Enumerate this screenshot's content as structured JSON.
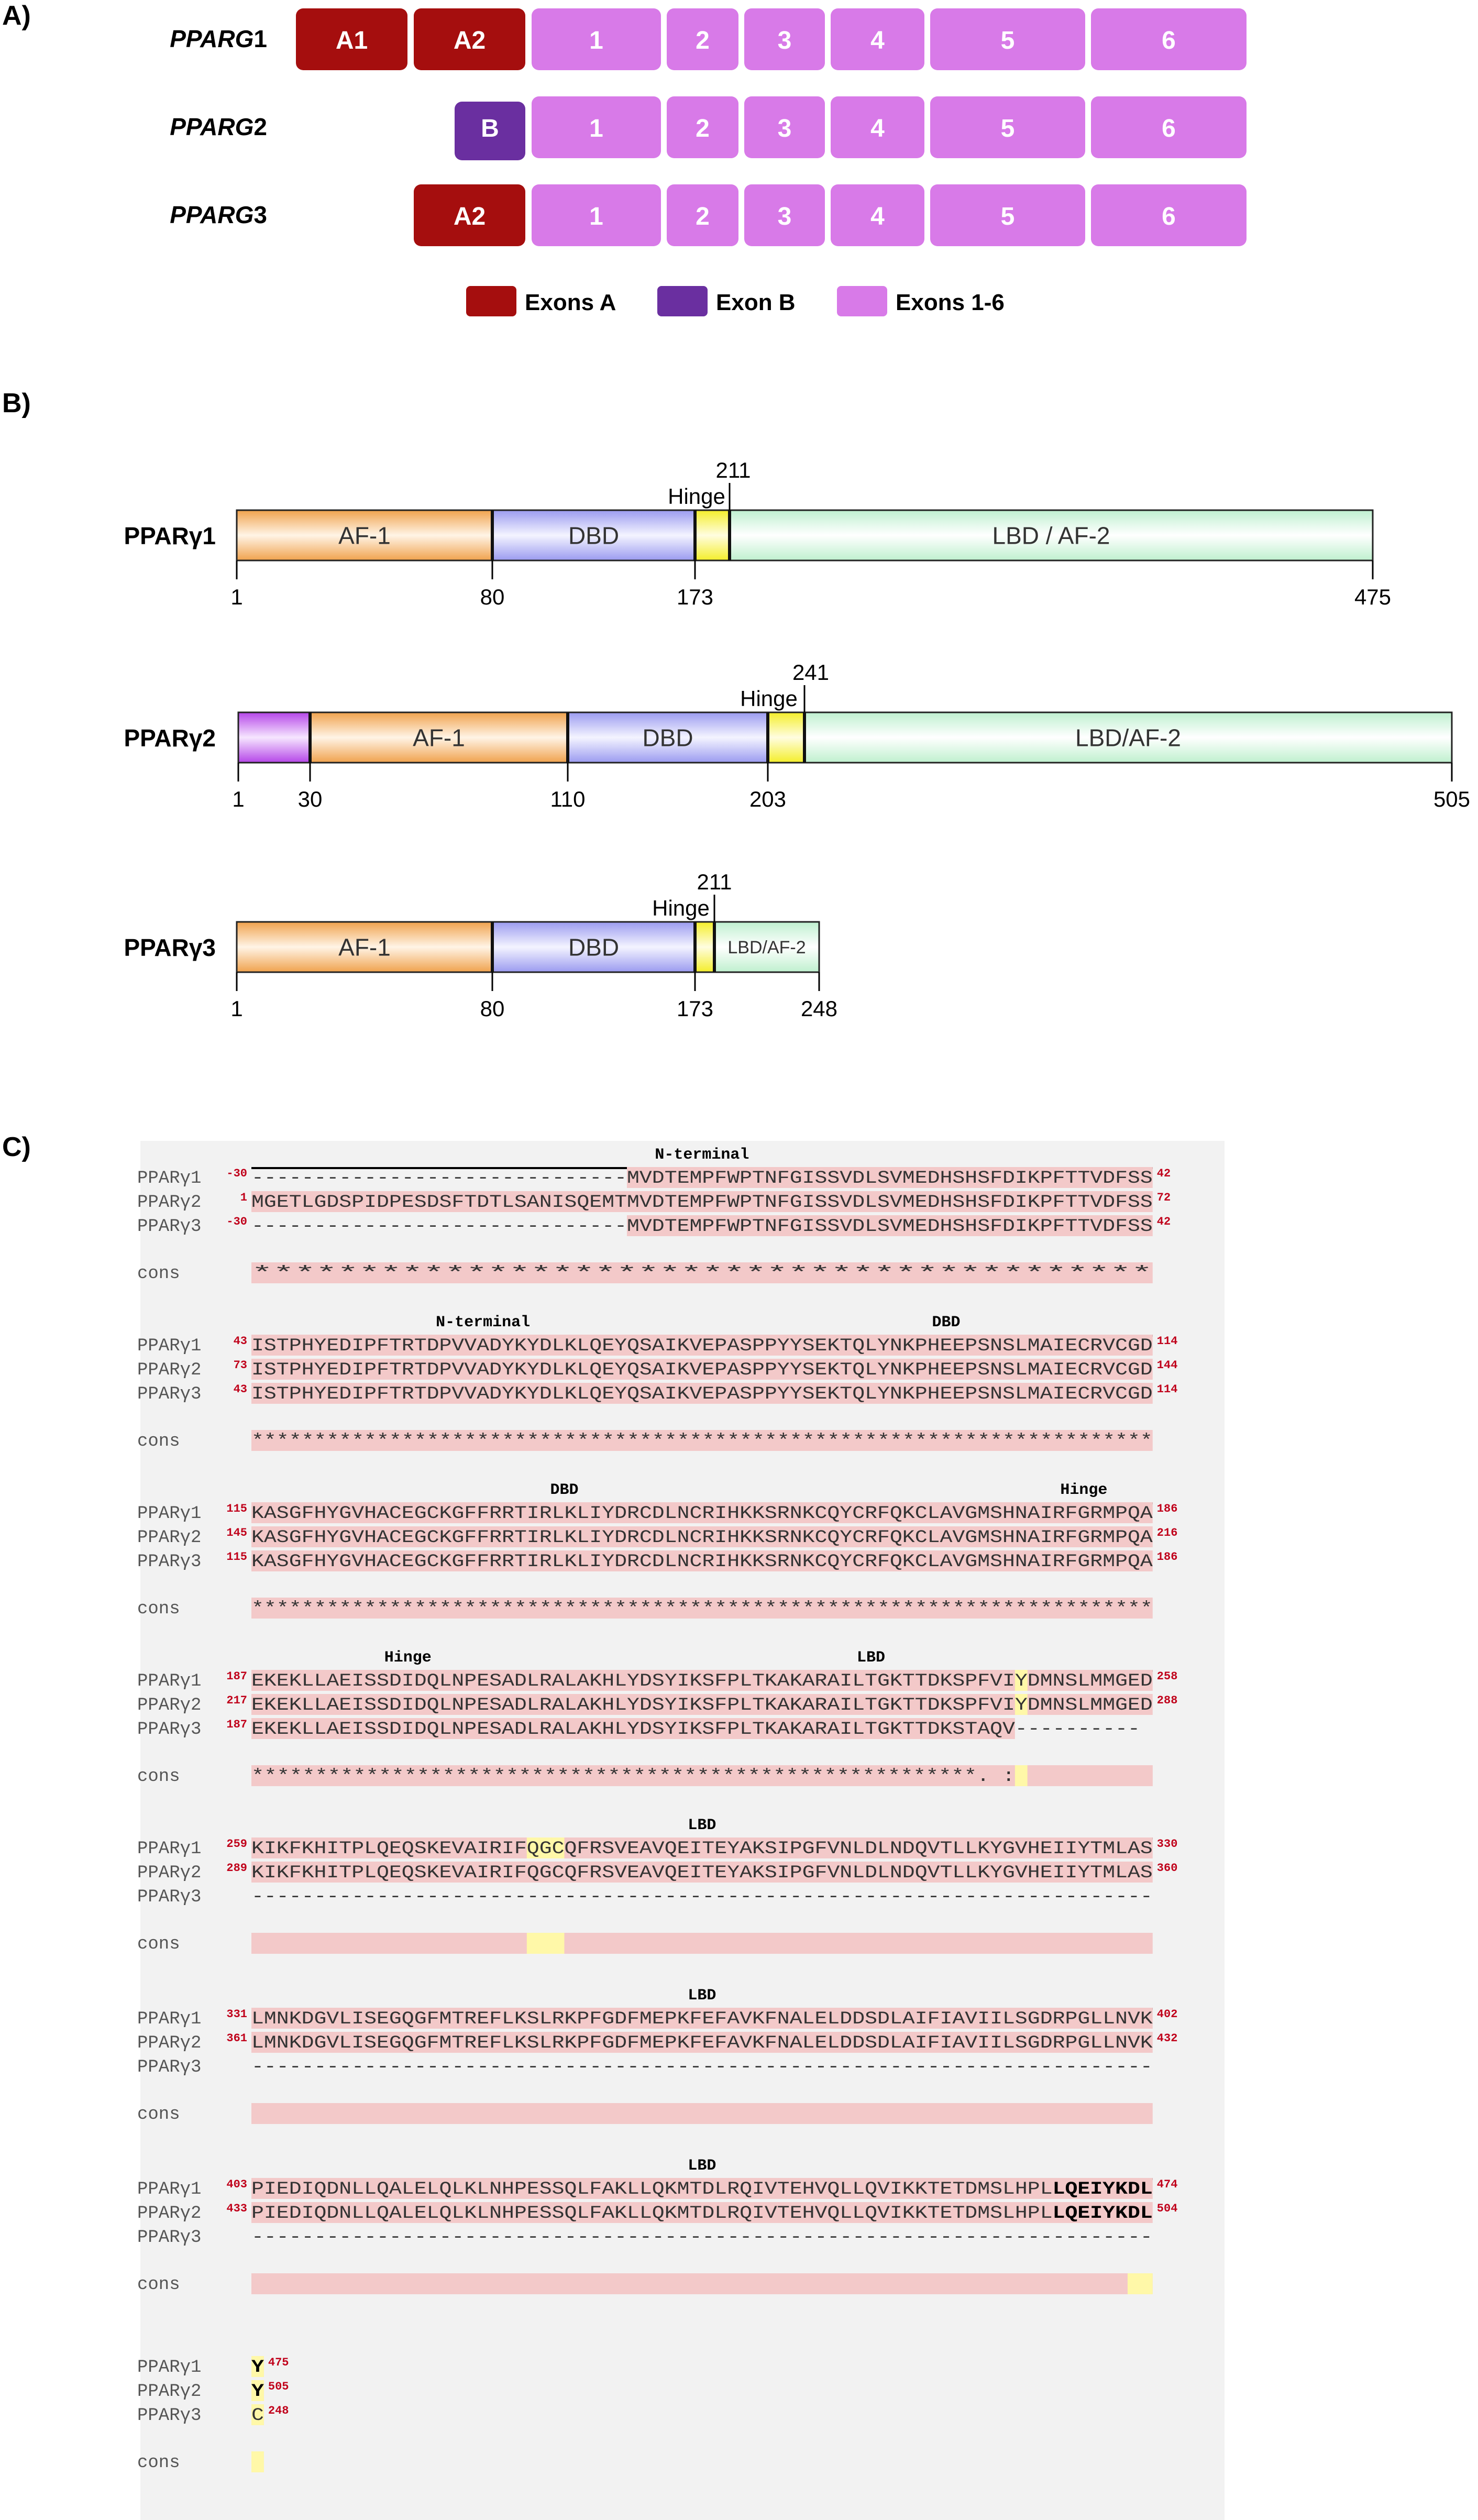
{
  "panel_a": {
    "label": "A)",
    "genes": [
      {
        "name": "PPARG",
        "suffix": "1",
        "exons": [
          "A1",
          "A2",
          "1",
          "2",
          "3",
          "4",
          "5",
          "6"
        ]
      },
      {
        "name": "PPARG",
        "suffix": "2",
        "exons": [
          "B",
          "1",
          "2",
          "3",
          "4",
          "5",
          "6"
        ]
      },
      {
        "name": "PPARG",
        "suffix": "3",
        "exons": [
          "A2",
          "1",
          "2",
          "3",
          "4",
          "5",
          "6"
        ]
      }
    ],
    "legend": [
      {
        "label": "Exons A",
        "color": "#a50e0e"
      },
      {
        "label": "Exon B",
        "color": "#6a2fa0"
      },
      {
        "label": "Exons 1-6",
        "color": "#d87ae8"
      }
    ]
  },
  "panel_b": {
    "label": "B)",
    "proteins": [
      {
        "name": "PPARγ1",
        "domains": [
          {
            "label": "AF-1",
            "kind": "af1"
          },
          {
            "label": "DBD",
            "kind": "dbd"
          },
          {
            "label": "",
            "kind": "hinge"
          },
          {
            "label": "LBD / AF-2",
            "kind": "lbd"
          }
        ],
        "hinge_label": "Hinge",
        "top_number": "211",
        "positions": [
          "1",
          "80",
          "173",
          "475"
        ]
      },
      {
        "name": "PPARγ2",
        "domains": [
          {
            "label": "",
            "kind": "ext"
          },
          {
            "label": "AF-1",
            "kind": "af1"
          },
          {
            "label": "DBD",
            "kind": "dbd"
          },
          {
            "label": "",
            "kind": "hinge"
          },
          {
            "label": "LBD/AF-2",
            "kind": "lbd"
          }
        ],
        "hinge_label": "Hinge",
        "top_number": "241",
        "positions": [
          "1",
          "30",
          "110",
          "203",
          "505"
        ]
      },
      {
        "name": "PPARγ3",
        "domains": [
          {
            "label": "AF-1",
            "kind": "af1"
          },
          {
            "label": "DBD",
            "kind": "dbd"
          },
          {
            "label": "",
            "kind": "hinge"
          },
          {
            "label": "LBD/AF-2",
            "kind": "lbd"
          }
        ],
        "hinge_label": "Hinge",
        "top_number": "211",
        "positions": [
          "1",
          "80",
          "173",
          "248"
        ]
      }
    ]
  },
  "panel_c": {
    "label": "C)",
    "cons_label": "cons",
    "blocks": [
      {
        "regions": [
          "N-terminal"
        ],
        "rows": [
          {
            "name": "PPARγ1",
            "start": "-30",
            "seq": "------------------------------MVDTEMPFWPTNFGISSVDLSVMEDHSHSFDIKPFTTVDFSS",
            "end": "42"
          },
          {
            "name": "PPARγ2",
            "start": "1",
            "seq": "MGETLGDSPIDPESDSFTDTLSANISQEMTMVDTEMPFWPTNFGISSVDLSVMEDHSHSFDIKPFTTVDFSS",
            "end": "72"
          },
          {
            "name": "PPARγ3",
            "start": "-30",
            "seq": "------------------------------MVDTEMPFWPTNFGISSVDLSVMEDHSHSFDIKPFTTVDFSS",
            "end": "42"
          }
        ],
        "cons": "                              ******************************************"
      },
      {
        "regions": [
          "N-terminal",
          "DBD"
        ],
        "rows": [
          {
            "name": "PPARγ1",
            "start": "43",
            "seq": "ISTPHYEDIPFTRTDPVVADYKYDLKLQEYQSAIKVEPASPPYYSEKTQLYNKPHEEPSNSLMAIECRVCGD",
            "end": "114"
          },
          {
            "name": "PPARγ2",
            "start": "73",
            "seq": "ISTPHYEDIPFTRTDPVVADYKYDLKLQEYQSAIKVEPASPPYYSEKTQLYNKPHEEPSNSLMAIECRVCGD",
            "end": "144"
          },
          {
            "name": "PPARγ3",
            "start": "43",
            "seq": "ISTPHYEDIPFTRTDPVVADYKYDLKLQEYQSAIKVEPASPPYYSEKTQLYNKPHEEPSNSLMAIECRVCGD",
            "end": "114"
          }
        ],
        "cons": "************************************************************************"
      },
      {
        "regions": [
          "DBD",
          "Hinge"
        ],
        "rows": [
          {
            "name": "PPARγ1",
            "start": "115",
            "seq": "KASGFHYGVHACEGCKGFFRRTIRLKLIYDRCDLNCRIHKKSRNKCQYCRFQKCLAVGMSHNAIRFGRMPQA",
            "end": "186"
          },
          {
            "name": "PPARγ2",
            "start": "145",
            "seq": "KASGFHYGVHACEGCKGFFRRTIRLKLIYDRCDLNCRIHKKSRNKCQYCRFQKCLAVGMSHNAIRFGRMPQA",
            "end": "216"
          },
          {
            "name": "PPARγ3",
            "start": "115",
            "seq": "KASGFHYGVHACEGCKGFFRRTIRLKLIYDRCDLNCRIHKKSRNKCQYCRFQKCLAVGMSHNAIRFGRMPQA",
            "end": "186"
          }
        ],
        "cons": "************************************************************************"
      },
      {
        "regions": [
          "Hinge",
          "LBD"
        ],
        "rows": [
          {
            "name": "PPARγ1",
            "start": "187",
            "seq": "EKEKLLAEISSDIDQLNPESADLRALAKHLYDSYIKSFPLTKAKARAILTGKTTDKSPFVIYDMNSLMMGED",
            "end": "258"
          },
          {
            "name": "PPARγ2",
            "start": "217",
            "seq": "EKEKLLAEISSDIDQLNPESADLRALAKHLYDSYIKSFPLTKAKARAILTGKTTDKSPFVIYDMNSLMMGED",
            "end": "288"
          },
          {
            "name": "PPARγ3",
            "start": "187",
            "seq": "EKEKLLAEISSDIDQLNPESADLRALAKHLYDSYIKSFPLTKAKARAILTGKTTDKSTAQV----------",
            "end": ""
          }
        ],
        "cons": "*********************************************************.  :"
      },
      {
        "regions": [
          "LBD"
        ],
        "rows": [
          {
            "name": "PPARγ1",
            "start": "259",
            "seq": "KIKFKHITPLQEQSKEVAIRIFQGCQFRSVEAVQEITEYAKSIPGFVNLDLNDQVTLLKYGVHEIIYTMLAS",
            "end": "330"
          },
          {
            "name": "PPARγ2",
            "start": "289",
            "seq": "KIKFKHITPLQEQSKEVAIRIFQGCQFRSVEAVQEITEYAKSIPGFVNLDLNDQVTLLKYGVHEIIYTMLAS",
            "end": "360"
          },
          {
            "name": "PPARγ3",
            "start": "",
            "seq": "------------------------------------------------------------------------",
            "end": ""
          }
        ],
        "cons": ""
      },
      {
        "regions": [
          "LBD"
        ],
        "rows": [
          {
            "name": "PPARγ1",
            "start": "331",
            "seq": "LMNKDGVLISEGQGFMTREFLKSLRKPFGDFMEPKFEFAVKFNALELDDSDLAIFIAVIILSGDRPGLLNVK",
            "end": "402"
          },
          {
            "name": "PPARγ2",
            "start": "361",
            "seq": "LMNKDGVLISEGQGFMTREFLKSLRKPFGDFMEPKFEFAVKFNALELDDSDLAIFIAVIILSGDRPGLLNVK",
            "end": "432"
          },
          {
            "name": "PPARγ3",
            "start": "",
            "seq": "------------------------------------------------------------------------",
            "end": ""
          }
        ],
        "cons": ""
      },
      {
        "regions": [
          "LBD"
        ],
        "rows": [
          {
            "name": "PPARγ1",
            "start": "403",
            "seq": "PIEDIQDNLLQALELQLKLNHPESSQLFAKLLQKMTDLRQIVTEHVQLLQVIKKTETDMSLHPLLQEIYKDL",
            "end": "474"
          },
          {
            "name": "PPARγ2",
            "start": "433",
            "seq": "PIEDIQDNLLQALELQLKLNHPESSQLFAKLLQKMTDLRQIVTEHVQLLQVIKKTETDMSLHPLLQEIYKDL",
            "end": "504"
          },
          {
            "name": "PPARγ3",
            "start": "",
            "seq": "------------------------------------------------------------------------",
            "end": ""
          }
        ],
        "cons": ""
      },
      {
        "regions": [],
        "rows": [
          {
            "name": "PPARγ1",
            "start": "",
            "seq": "Y",
            "end": "475"
          },
          {
            "name": "PPARγ2",
            "start": "",
            "seq": "Y",
            "end": "505"
          },
          {
            "name": "PPARγ3",
            "start": "",
            "seq": "C",
            "end": "248"
          }
        ],
        "cons": ""
      }
    ]
  },
  "colors": {
    "exon_a": "#a50e0e",
    "exon_b": "#6a2fa0",
    "exon_main": "#d87ae8",
    "af1": "#f0a24d",
    "dbd": "#9b9bf0",
    "hinge": "#f4ee2a",
    "lbd": "#bff0cf",
    "ext": "#b546e8",
    "align_pink": "#f3c9c9",
    "align_yellow": "#fff8a8",
    "align_bg": "#f2f2f2",
    "position_red": "#c0001a"
  }
}
